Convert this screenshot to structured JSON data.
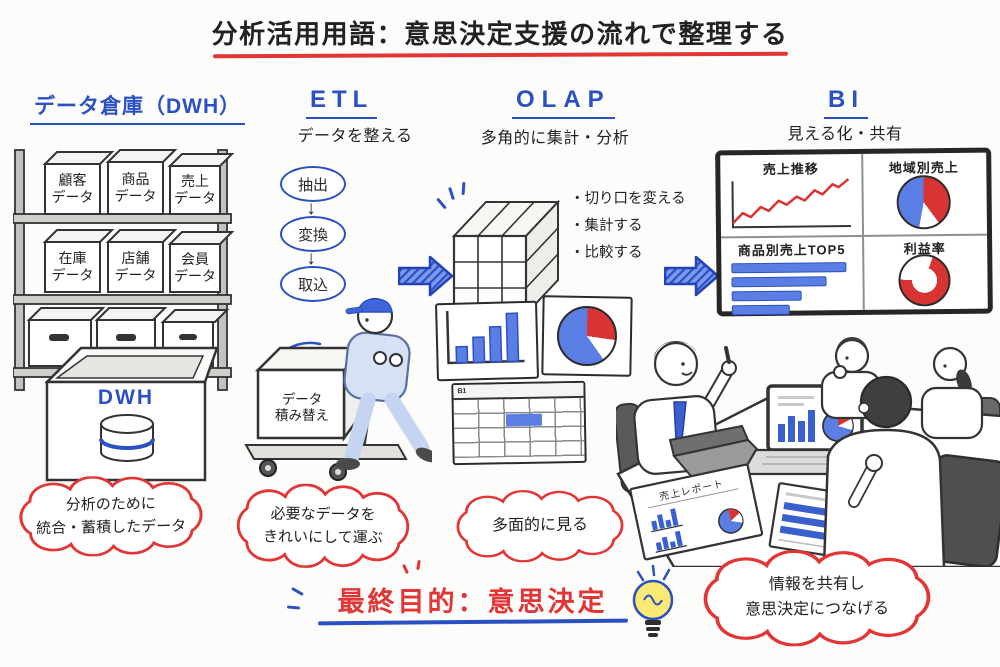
{
  "title": "分析活用用語：意思決定支援の流れで整理する",
  "colors": {
    "blue": "#2b50c4",
    "red": "#e23535",
    "ink": "#2b2b2b",
    "chart_blue": "#5b7ee4",
    "chart_red": "#d83434"
  },
  "dwh": {
    "heading": "データ倉庫（DWH）",
    "shelf_boxes": [
      {
        "line1": "顧客",
        "line2": "データ"
      },
      {
        "line1": "商品",
        "line2": "データ"
      },
      {
        "line1": "売上",
        "line2": "データ"
      },
      {
        "line1": "在庫",
        "line2": "データ"
      },
      {
        "line1": "店舗",
        "line2": "データ"
      },
      {
        "line1": "会員",
        "line2": "データ"
      }
    ],
    "big_box_label": "DWH",
    "cloud": {
      "line1": "分析のために",
      "line2": "統合・蓄積したデータ"
    }
  },
  "etl": {
    "heading": "ETL",
    "subtitle": "データを整える",
    "steps": [
      "抽出",
      "変換",
      "取込"
    ],
    "arrow_glyph": "↓",
    "cart_box": {
      "line1": "データ",
      "line2": "積み替え"
    },
    "cloud": {
      "line1": "必要なデータを",
      "line2": "きれいにして運ぶ"
    }
  },
  "olap": {
    "heading": "OLAP",
    "subtitle": "多角的に集計・分析",
    "bullets": [
      "・切り口を変える",
      "・集計する",
      "・比較する"
    ],
    "sheet_label": "B1",
    "cloud": {
      "line1": "多面的に見る"
    }
  },
  "bi": {
    "heading": "BI",
    "subtitle": "見える化・共有",
    "dashboard": {
      "panel1": "売上推移",
      "panel2": "地域別売上",
      "panel3": "商品別売上TOP5",
      "panel4": "利益率"
    },
    "report_label": "売上レポート",
    "cloud": {
      "line1": "情報を共有し",
      "line2": "意思決定につなげる"
    }
  },
  "final_goal": "最終目的：意思決定",
  "chart_data": [
    {
      "type": "bar",
      "location": "olap-output-card",
      "values": [
        16,
        26,
        36,
        48
      ],
      "unit": "relative-height",
      "color": "blue"
    },
    {
      "type": "pie",
      "location": "olap-output-card",
      "slices": [
        {
          "label": "red",
          "pct": 27
        },
        {
          "label": "white",
          "pct": 13
        },
        {
          "label": "blue",
          "pct": 60
        }
      ]
    },
    {
      "type": "line",
      "location": "bi-dashboard",
      "title": "売上推移",
      "trend": "rising zigzag",
      "color": "red"
    },
    {
      "type": "pie",
      "location": "bi-dashboard",
      "title": "地域別売上",
      "slices": [
        {
          "label": "red",
          "pct": 40
        },
        {
          "label": "white",
          "pct": 13
        },
        {
          "label": "blue",
          "pct": 47
        }
      ]
    },
    {
      "type": "bar",
      "location": "bi-dashboard",
      "title": "商品別売上TOP5",
      "orientation": "horizontal",
      "values": [
        80,
        66,
        48,
        40
      ],
      "color": "blue"
    },
    {
      "type": "donut",
      "location": "bi-dashboard",
      "title": "利益率",
      "slices": [
        {
          "label": "red",
          "pct": 70
        },
        {
          "label": "white",
          "pct": 30
        }
      ]
    }
  ]
}
